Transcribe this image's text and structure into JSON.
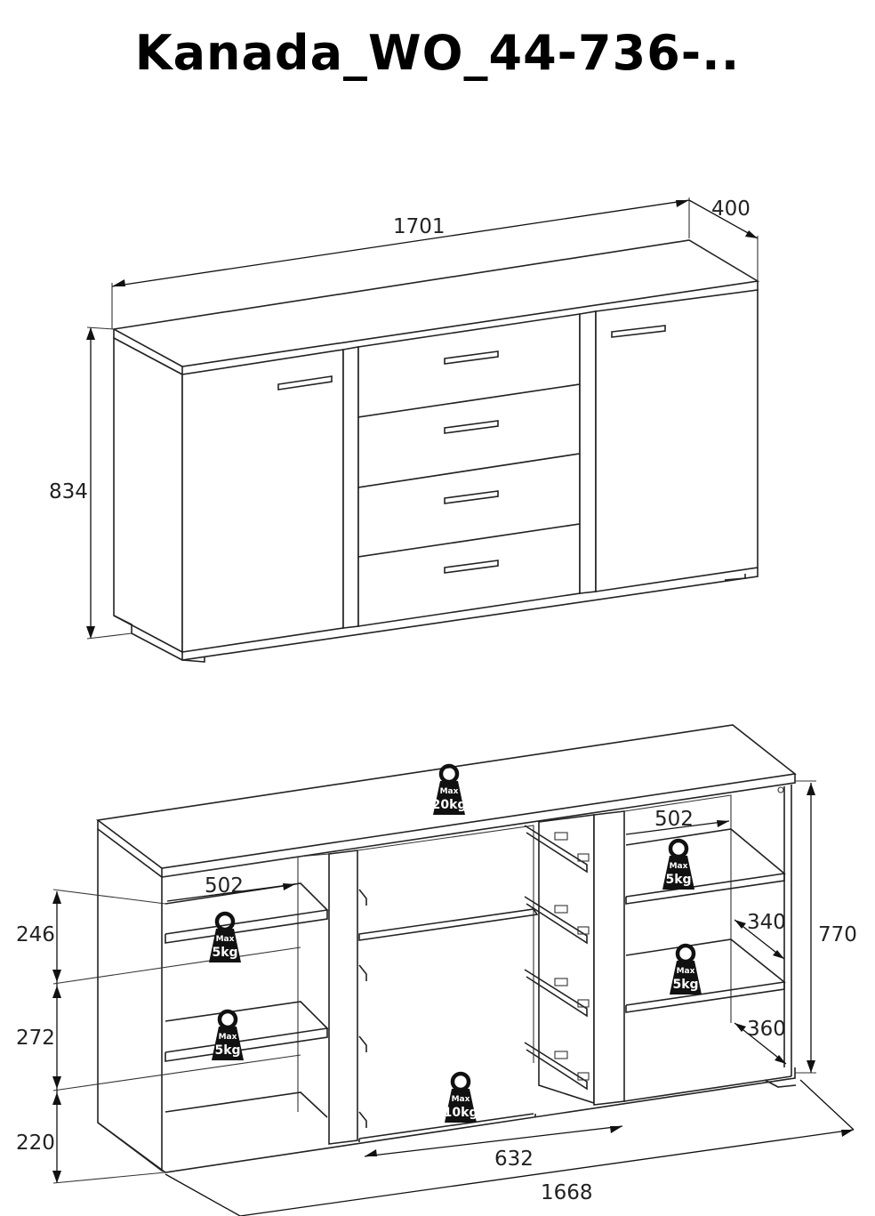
{
  "title": "Kanada_WO_44-736-..",
  "closed_view": {
    "dimensions": {
      "width": "1701",
      "depth": "400",
      "height": "834"
    }
  },
  "open_view": {
    "dimensions": {
      "height": "770",
      "left_shelf_depth": "502",
      "right_shelf_depth": "502",
      "shelf_gap_top": "246",
      "shelf_gap_middle": "272",
      "shelf_gap_bottom": "220",
      "right_gap_upper": "340",
      "right_gap_lower": "360",
      "center_inner_width": "632",
      "inner_width": "1668"
    },
    "load_badges": [
      {
        "id": "top",
        "max": "Max",
        "load": "20kg"
      },
      {
        "id": "left-upper",
        "max": "Max",
        "load": "5kg"
      },
      {
        "id": "left-lower",
        "max": "Max",
        "load": "5kg"
      },
      {
        "id": "right-upper",
        "max": "Max",
        "load": "5kg"
      },
      {
        "id": "right-lower",
        "max": "Max",
        "load": "5kg"
      },
      {
        "id": "bottom-center",
        "max": "Max",
        "load": "10kg"
      }
    ]
  },
  "colors": {
    "line": "#222222",
    "badge": "#111111"
  }
}
